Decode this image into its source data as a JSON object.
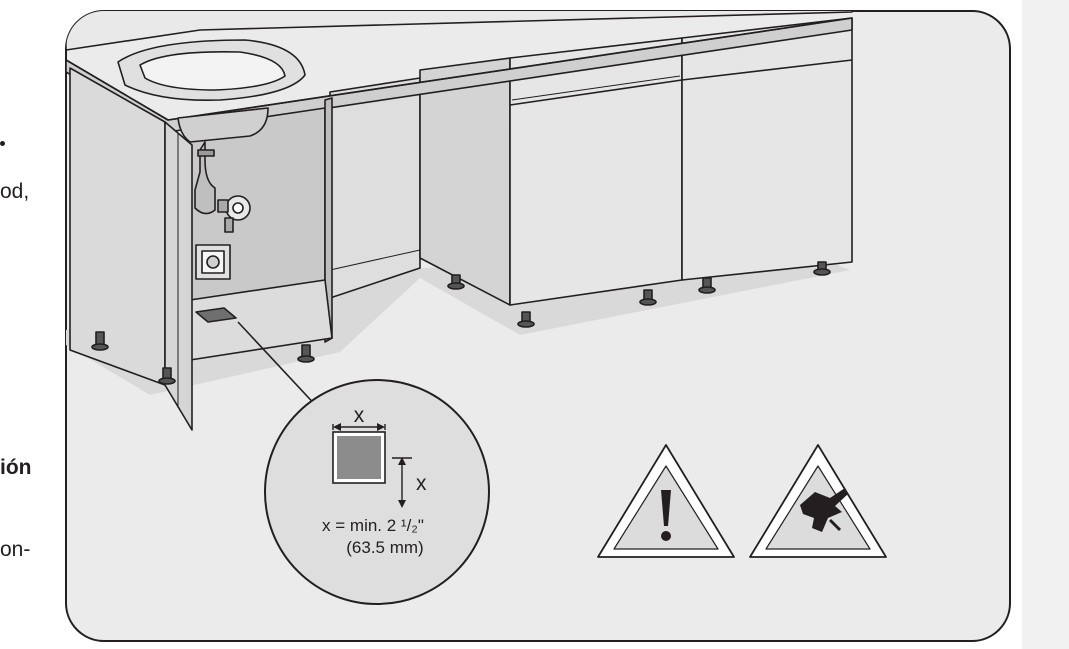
{
  "side_text": {
    "line1": "od,",
    "line2": "ión",
    "line3": "on-"
  },
  "callout": {
    "dim_label_top": "x",
    "dim_label_side": "x",
    "requirement": "x = min. 2 ¹/₂\"",
    "metric": "(63.5 mm)"
  },
  "icons": [
    "warning-exclamation-icon",
    "hand-pinch-warning-icon"
  ],
  "colors": {
    "panel_bg": "#ebebeb",
    "panel_border": "#231f20",
    "floor": "#d9d9d9",
    "cabinet": "#e3e3e3",
    "hole": "#8c8c8c"
  }
}
